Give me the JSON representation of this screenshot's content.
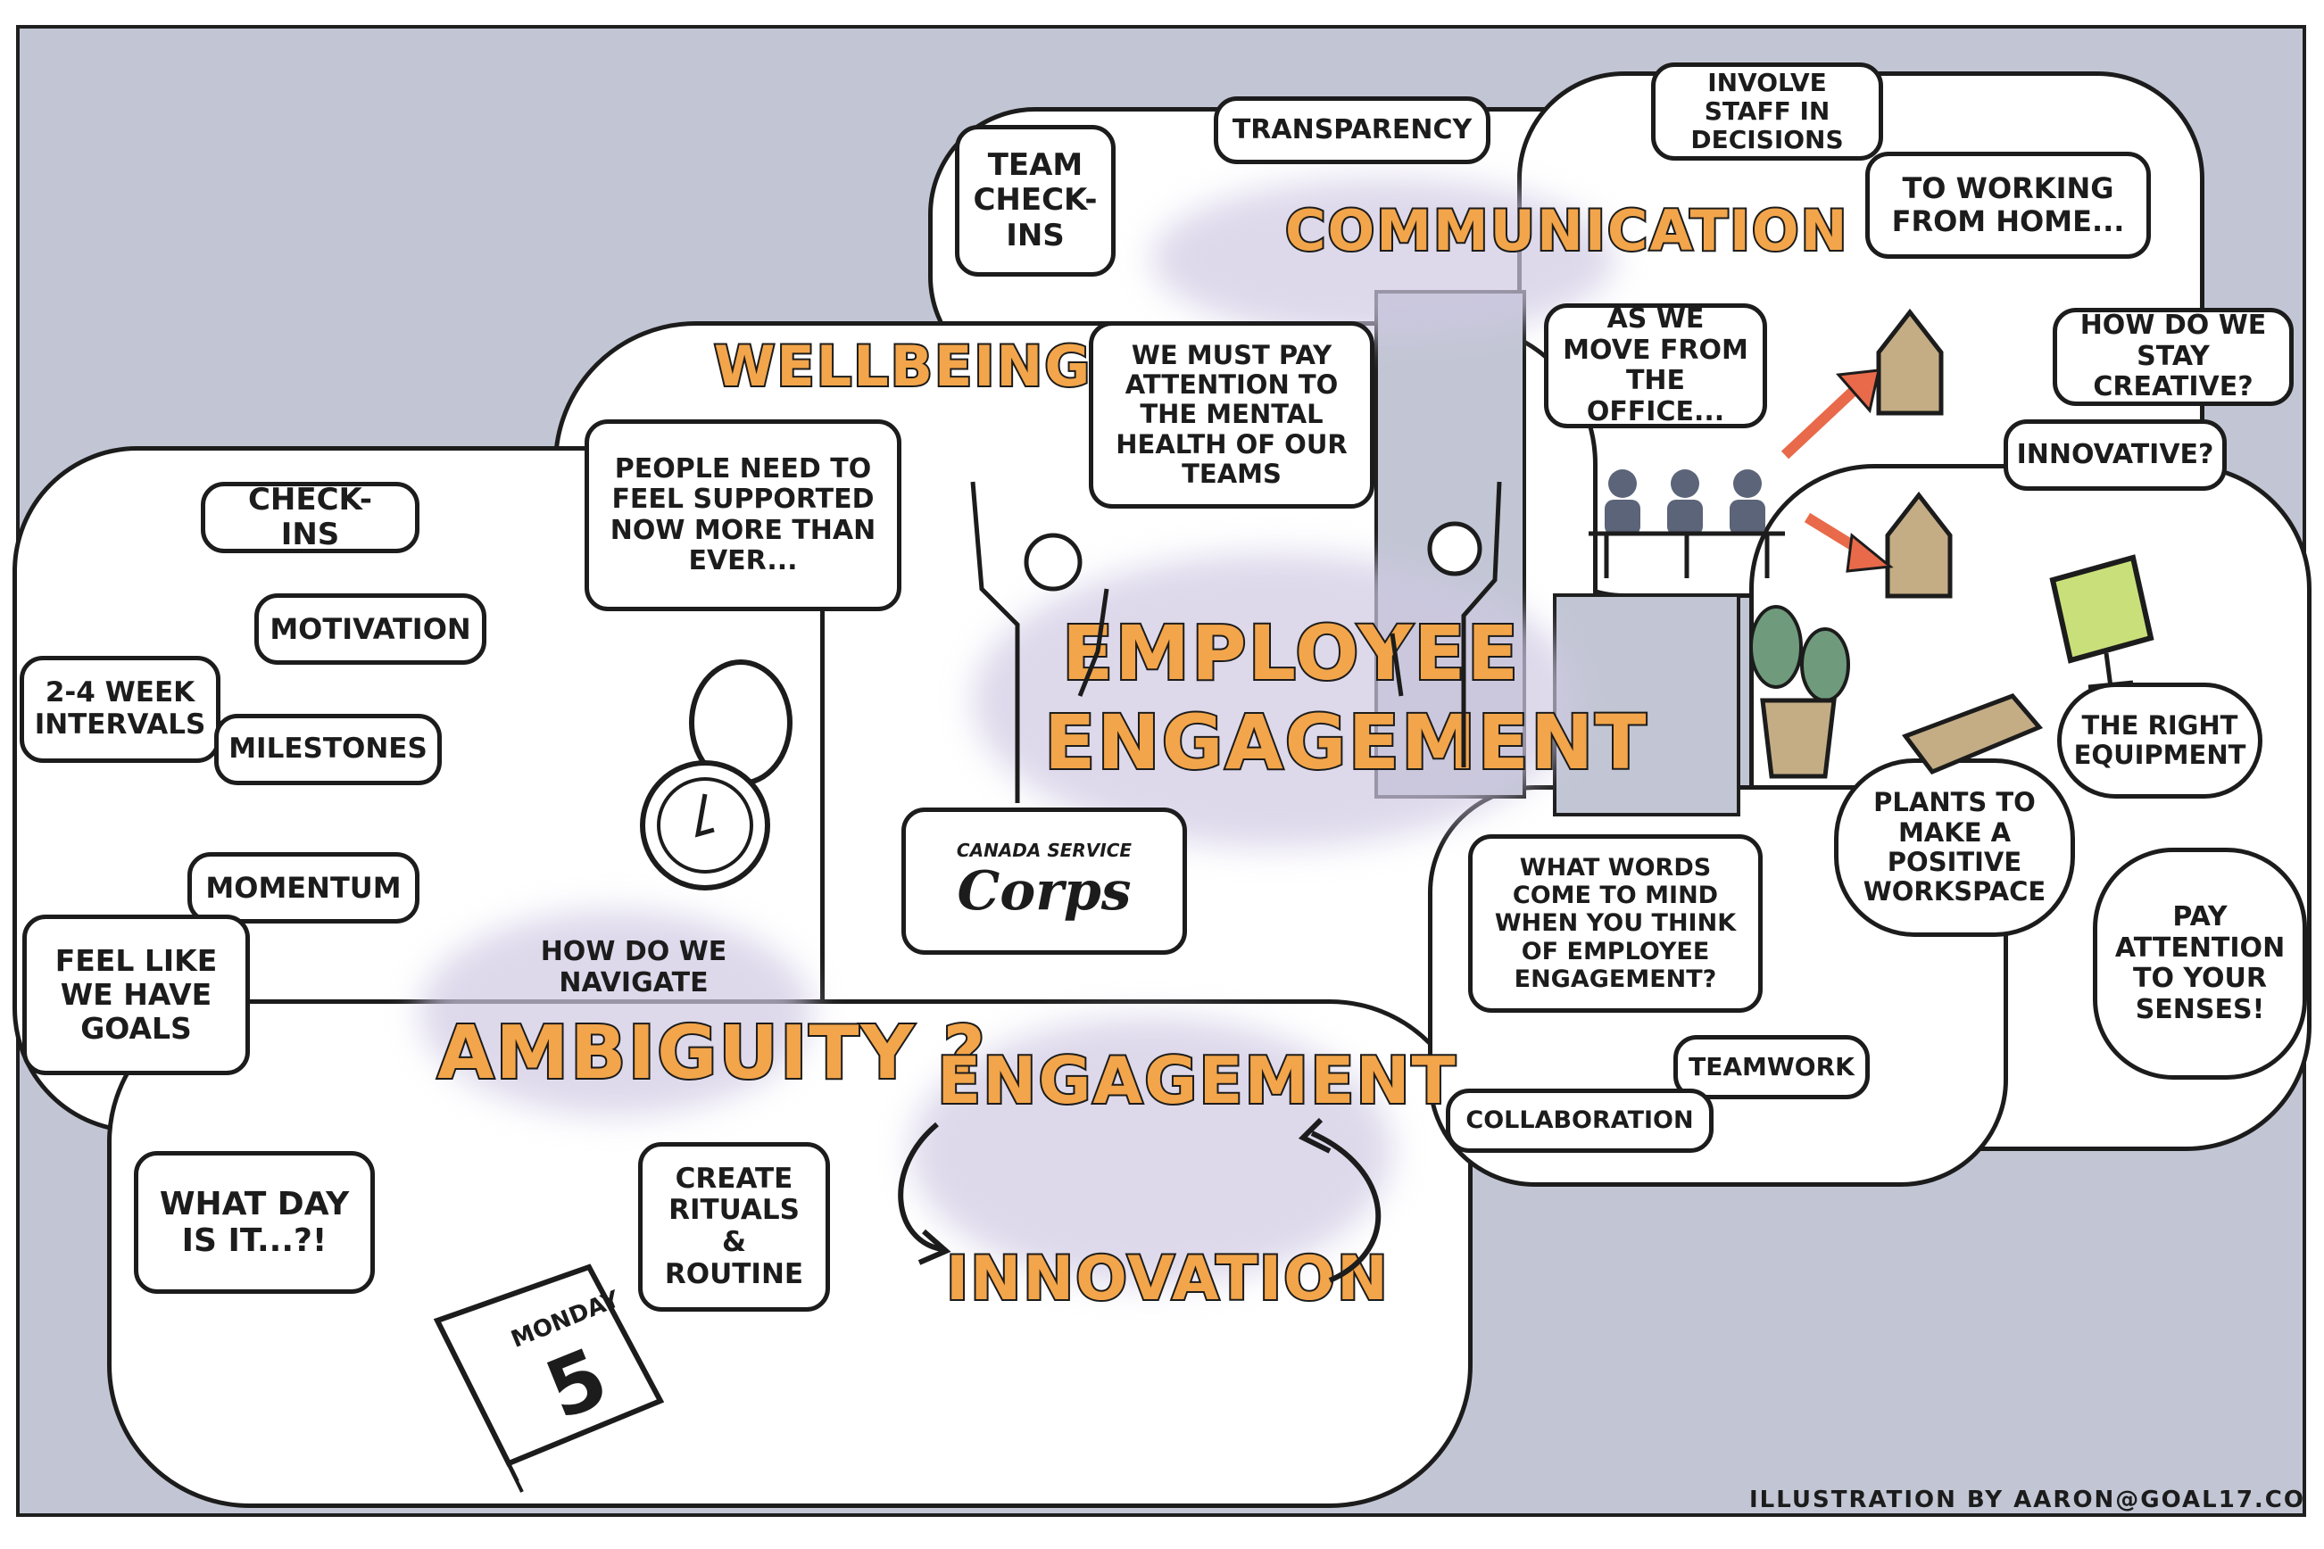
{
  "center": {
    "title_line1": "employee",
    "title_line2": "engagement"
  },
  "headings": {
    "communication": "COMMUNICATION",
    "wellbeing": "WELLBEING",
    "ambiguity_question": "HOW DO WE NAVIGATE",
    "ambiguity": "AMBIGUITY ?",
    "engagement": "ENGAGEMENT",
    "innovation": "INNOVATION"
  },
  "boxes": {
    "transparency": "TRANSPARENCY",
    "team_checkins": "TEAM CHECK- INS",
    "involve_staff": "INVOLVE STAFF IN DECISIONS",
    "working_from_home": "TO WORKING FROM HOME...",
    "move_from_office": "AS WE MOVE FROM THE OFFICE...",
    "stay_creative": "HOW DO WE STAY CREATIVE?",
    "innovative": "INNOVATIVE?",
    "mental_health": "WE MUST PAY ATTENTION TO THE MENTAL HEALTH OF OUR TEAMS",
    "feel_supported": "PEOPLE NEED TO FEEL SUPPORTED NOW MORE THAN EVER...",
    "check_ins": "CHECK-INS",
    "motivation": "MOTIVATION",
    "week_intervals": "2-4 WEEK INTERVALS",
    "milestones": "MILESTONES",
    "momentum": "MOMENTUM",
    "have_goals": "FEEL LIKE WE HAVE GOALS",
    "what_words": "WHAT WORDS COME TO MIND WHEN YOU THINK OF EMPLOYEE ENGAGEMENT?",
    "teamwork": "TEAMWORK",
    "collaboration": "COLLABORATION",
    "right_equipment": "THE RIGHT EQUIPMENT",
    "plants": "PLANTS TO MAKE A POSITIVE WORKSPACE",
    "senses": "PAY ATTENTION TO YOUR SENSES!",
    "what_day": "WHAT DAY IS IT...?!",
    "rituals": "CREATE RITUALS & ROUTINE"
  },
  "logo": {
    "small": "CANADA SERVICE",
    "script": "Corps"
  },
  "calendar": {
    "day": "MONDAY",
    "date": "5"
  },
  "credit": "ILLUSTRATION BY AARON@GOAL17.CO",
  "colors": {
    "background": "#c2c6d4",
    "accent_orange": "#f2a54a",
    "outline": "#1c1c1c",
    "people": "#5b6478",
    "house": "#c4ad85",
    "arrow": "#e86a4a",
    "monitor_screen": "#c9e07a"
  },
  "icons": [
    "clock-icon",
    "calendar-icon",
    "house-icon",
    "arrow-icon",
    "person-icon",
    "plant-icon",
    "keyboard-icon",
    "monitor-icon",
    "cycle-arrow-icon"
  ]
}
